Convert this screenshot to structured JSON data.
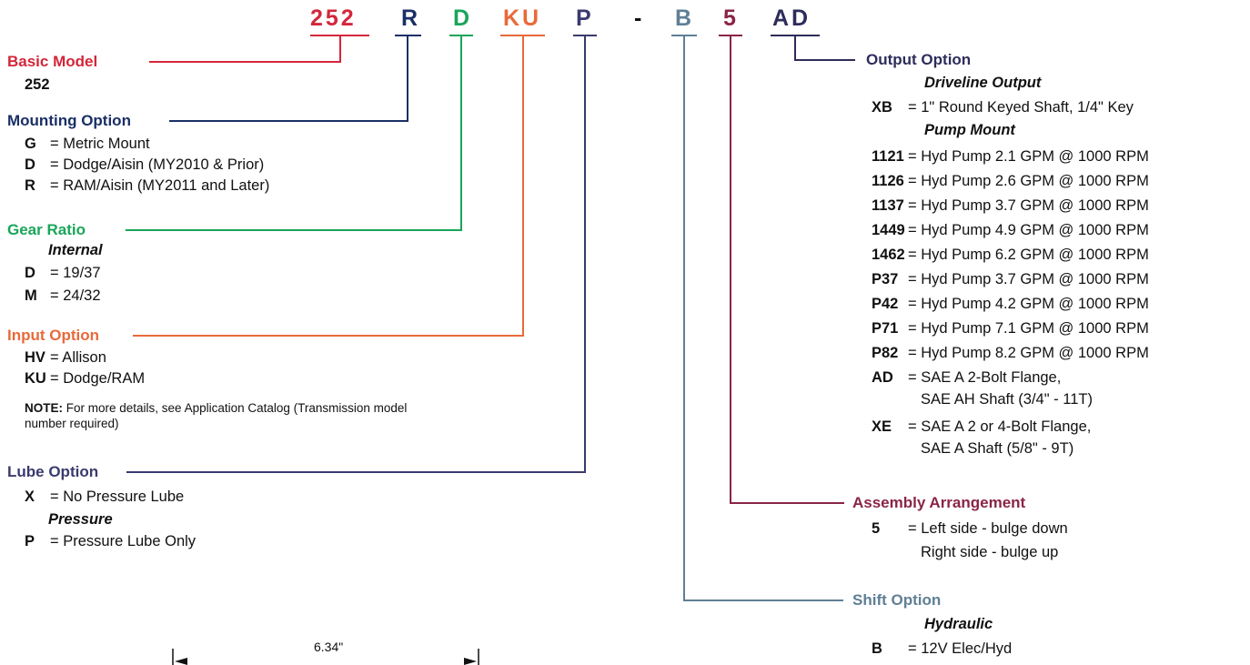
{
  "colors": {
    "red": "#d4263a",
    "navy": "#1a2f66",
    "green": "#1aa55a",
    "orange": "#e86a3a",
    "purple": "#3a3a6e",
    "slate": "#5f7f95",
    "maroon": "#8a2448",
    "indigo": "#2e2c5a",
    "black": "#111111"
  },
  "code": {
    "basic": "252",
    "mounting": "R",
    "gear": "D",
    "input": "KU",
    "lube": "P",
    "dash": "-",
    "shift": "B",
    "assembly": "5",
    "output": "AD"
  },
  "basic": {
    "title": "Basic Model",
    "value": "252"
  },
  "mounting": {
    "title": "Mounting Option",
    "items": [
      {
        "code": "G",
        "desc": "= Metric Mount"
      },
      {
        "code": "D",
        "desc": "= Dodge/Aisin (MY2010 & Prior)"
      },
      {
        "code": "R",
        "desc": "= RAM/Aisin (MY2011 and Later)"
      }
    ]
  },
  "gear": {
    "title": "Gear Ratio",
    "subtitle": "Internal",
    "items": [
      {
        "code": "D",
        "desc": "= 19/37"
      },
      {
        "code": "M",
        "desc": "= 24/32"
      }
    ]
  },
  "input": {
    "title": "Input Option",
    "items": [
      {
        "code": "HV",
        "desc": "= Allison"
      },
      {
        "code": "KU",
        "desc": "= Dodge/RAM"
      }
    ],
    "note_label": "NOTE:",
    "note_text": "For more details, see Application Catalog (Transmission model number required)"
  },
  "lube": {
    "title": "Lube Option",
    "items": [
      {
        "code": "X",
        "desc": "= No Pressure Lube"
      }
    ],
    "subtitle": "Pressure",
    "items2": [
      {
        "code": "P",
        "desc": "= Pressure Lube Only"
      }
    ]
  },
  "output": {
    "title": "Output Option",
    "sub1": "Driveline Output",
    "driveline": [
      {
        "code": "XB",
        "desc": "= 1\" Round Keyed Shaft, 1/4\" Key"
      }
    ],
    "sub2": "Pump Mount",
    "pump": [
      {
        "code": "1121",
        "desc": "= Hyd Pump 2.1 GPM @ 1000 RPM"
      },
      {
        "code": "1126",
        "desc": "= Hyd Pump 2.6 GPM @ 1000 RPM"
      },
      {
        "code": "1137",
        "desc": "= Hyd Pump 3.7 GPM @ 1000 RPM"
      },
      {
        "code": "1449",
        "desc": "= Hyd Pump 4.9 GPM @ 1000 RPM"
      },
      {
        "code": "1462",
        "desc": "= Hyd Pump 6.2 GPM @ 1000 RPM"
      },
      {
        "code": "P37",
        "desc": "= Hyd Pump 3.7 GPM @ 1000 RPM"
      },
      {
        "code": "P42",
        "desc": "= Hyd Pump 4.2 GPM @ 1000 RPM"
      },
      {
        "code": "P71",
        "desc": "= Hyd Pump 7.1 GPM @ 1000 RPM"
      },
      {
        "code": "P82",
        "desc": "= Hyd Pump 8.2 GPM @ 1000 RPM"
      }
    ],
    "ad": {
      "code": "AD",
      "line1": "= SAE A 2-Bolt Flange,",
      "line2": "SAE AH Shaft (3/4\" - 11T)"
    },
    "xe": {
      "code": "XE",
      "line1": "= SAE A 2 or 4-Bolt Flange,",
      "line2": "SAE A Shaft (5/8\" - 9T)"
    }
  },
  "assembly": {
    "title": "Assembly Arrangement",
    "code": "5",
    "line1": "= Left side - bulge down",
    "line2": "Right side - bulge up"
  },
  "shift": {
    "title": "Shift Option",
    "subtitle": "Hydraulic",
    "items": [
      {
        "code": "B",
        "desc": "= 12V Elec/Hyd"
      }
    ]
  },
  "dimension": {
    "label": "6.34\""
  }
}
